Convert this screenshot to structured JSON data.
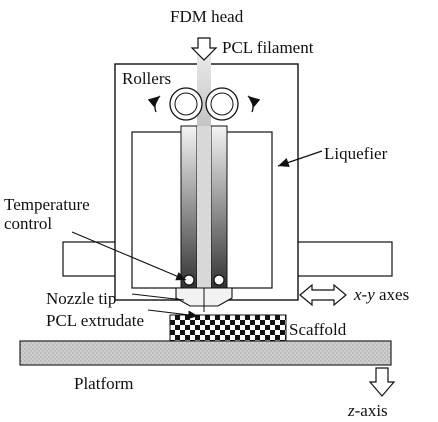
{
  "labels": {
    "fdm_head": "FDM head",
    "pcl_filament": "PCL filament",
    "rollers": "Rollers",
    "liquefier": "Liquefier",
    "temperature": "Temperature",
    "control": "control",
    "nozzle_tip": "Nozzle tip",
    "pcl_extrudate": "PCL extrudate",
    "scaffold": "Scaffold",
    "platform": "Platform",
    "xy_axis_var1": "x",
    "xy_axis_dash": "-",
    "xy_axis_var2": "y",
    "xy_axes_word": " axes",
    "z_axis_var": "z",
    "z_axis_word": "-axis"
  },
  "colors": {
    "outline": "#111111",
    "platform_fill": "#c8c8c8",
    "liquefier_gradient_top": "#f2f2f2",
    "liquefier_gradient_bottom": "#3a3a3a"
  }
}
